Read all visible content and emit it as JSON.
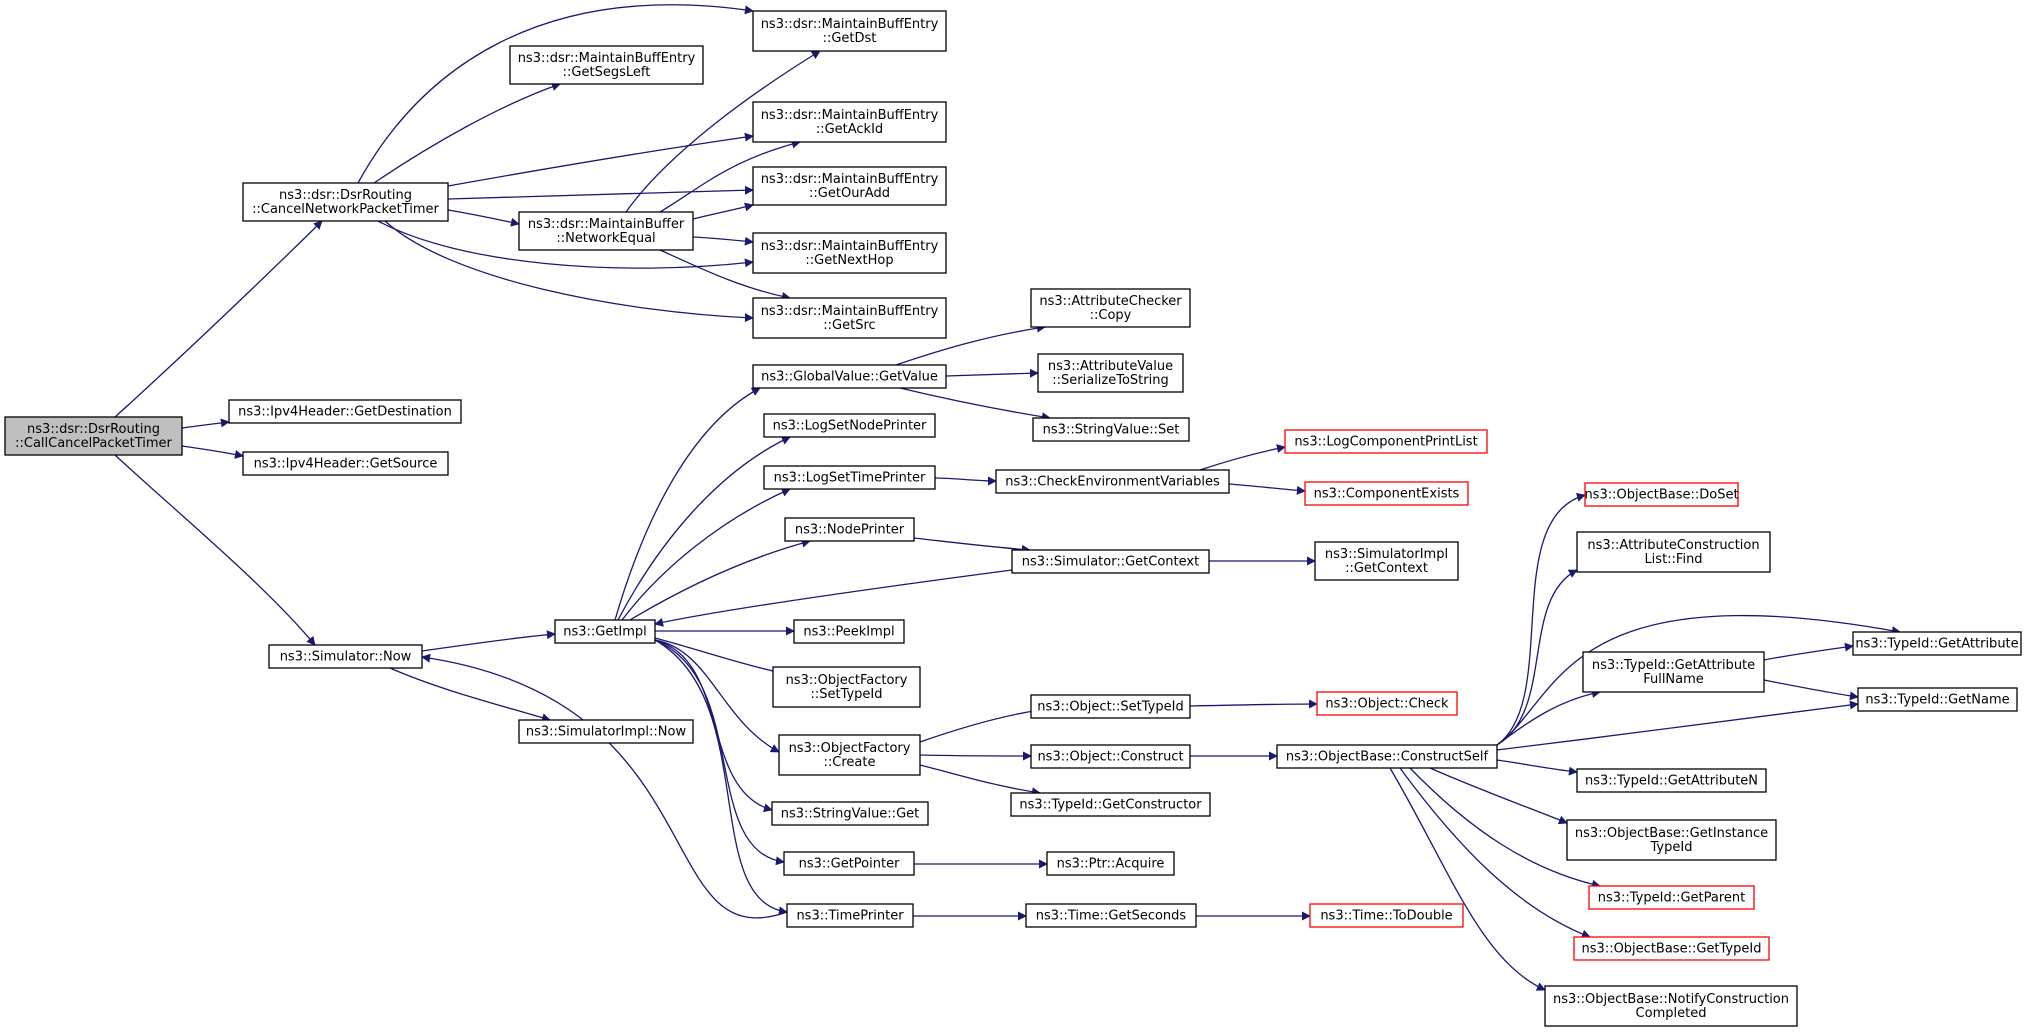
{
  "diagram": {
    "type": "doxygen-call-graph",
    "colors": {
      "edge": "#191970",
      "node_border": "#000000",
      "truncated_border": "#ff0000",
      "root_fill": "#bfbfbf",
      "node_fill": "#ffffff"
    },
    "nodes": [
      {
        "id": "root",
        "lines": [
          "ns3::dsr::DsrRouting",
          "::CallCancelPacketTimer"
        ],
        "root": true
      },
      {
        "id": "cancelNet",
        "lines": [
          "ns3::dsr::DsrRouting",
          "::CancelNetworkPacketTimer"
        ]
      },
      {
        "id": "getDest",
        "lines": [
          "ns3::Ipv4Header::GetDestination"
        ]
      },
      {
        "id": "getSource",
        "lines": [
          "ns3::Ipv4Header::GetSource"
        ]
      },
      {
        "id": "simNow",
        "lines": [
          "ns3::Simulator::Now"
        ]
      },
      {
        "id": "getDst",
        "lines": [
          "ns3::dsr::MaintainBuffEntry",
          "::GetDst"
        ]
      },
      {
        "id": "getSegs",
        "lines": [
          "ns3::dsr::MaintainBuffEntry",
          "::GetSegsLeft"
        ]
      },
      {
        "id": "getAckId",
        "lines": [
          "ns3::dsr::MaintainBuffEntry",
          "::GetAckId"
        ]
      },
      {
        "id": "getOurAdd",
        "lines": [
          "ns3::dsr::MaintainBuffEntry",
          "::GetOurAdd"
        ]
      },
      {
        "id": "netEqual",
        "lines": [
          "ns3::dsr::MaintainBuffer",
          "::NetworkEqual"
        ]
      },
      {
        "id": "getNextHop",
        "lines": [
          "ns3::dsr::MaintainBuffEntry",
          "::GetNextHop"
        ]
      },
      {
        "id": "getSrc",
        "lines": [
          "ns3::dsr::MaintainBuffEntry",
          "::GetSrc"
        ]
      },
      {
        "id": "getImpl",
        "lines": [
          "ns3::GetImpl"
        ]
      },
      {
        "id": "simImplNow",
        "lines": [
          "ns3::SimulatorImpl::Now"
        ]
      },
      {
        "id": "gvGetValue",
        "lines": [
          "ns3::GlobalValue::GetValue"
        ]
      },
      {
        "id": "logSetNode",
        "lines": [
          "ns3::LogSetNodePrinter"
        ]
      },
      {
        "id": "logSetTime",
        "lines": [
          "ns3::LogSetTimePrinter"
        ]
      },
      {
        "id": "nodePrinter",
        "lines": [
          "ns3::NodePrinter"
        ]
      },
      {
        "id": "peekImpl",
        "lines": [
          "ns3::PeekImpl"
        ]
      },
      {
        "id": "ofSetTypeId",
        "lines": [
          "ns3::ObjectFactory",
          "::SetTypeId"
        ]
      },
      {
        "id": "ofCreate",
        "lines": [
          "ns3::ObjectFactory",
          "::Create"
        ]
      },
      {
        "id": "svGet",
        "lines": [
          "ns3::StringValue::Get"
        ]
      },
      {
        "id": "getPointer",
        "lines": [
          "ns3::GetPointer"
        ]
      },
      {
        "id": "timePrinter",
        "lines": [
          "ns3::TimePrinter"
        ]
      },
      {
        "id": "acCopy",
        "lines": [
          "ns3::AttributeChecker",
          "::Copy"
        ]
      },
      {
        "id": "avSerialize",
        "lines": [
          "ns3::AttributeValue",
          "::SerializeToString"
        ]
      },
      {
        "id": "svSet",
        "lines": [
          "ns3::StringValue::Set"
        ]
      },
      {
        "id": "checkEnv",
        "lines": [
          "ns3::CheckEnvironmentVariables"
        ]
      },
      {
        "id": "simGetContext",
        "lines": [
          "ns3::Simulator::GetContext"
        ]
      },
      {
        "id": "objSetTypeId",
        "lines": [
          "ns3::Object::SetTypeId"
        ]
      },
      {
        "id": "objConstruct",
        "lines": [
          "ns3::Object::Construct"
        ]
      },
      {
        "id": "tidGetCtor",
        "lines": [
          "ns3::TypeId::GetConstructor"
        ]
      },
      {
        "id": "ptrAcquire",
        "lines": [
          "ns3::Ptr::Acquire"
        ]
      },
      {
        "id": "timeGetSec",
        "lines": [
          "ns3::Time::GetSeconds"
        ]
      },
      {
        "id": "logCompList",
        "lines": [
          "ns3::LogComponentPrintList"
        ],
        "truncated": true
      },
      {
        "id": "compExists",
        "lines": [
          "ns3::ComponentExists"
        ],
        "truncated": true
      },
      {
        "id": "simImplCtx",
        "lines": [
          "ns3::SimulatorImpl",
          "::GetContext"
        ]
      },
      {
        "id": "objCheck",
        "lines": [
          "ns3::Object::Check"
        ],
        "truncated": true
      },
      {
        "id": "obConstructSelf",
        "lines": [
          "ns3::ObjectBase::ConstructSelf"
        ]
      },
      {
        "id": "timeToDouble",
        "lines": [
          "ns3::Time::ToDouble"
        ],
        "truncated": true
      },
      {
        "id": "obDoSet",
        "lines": [
          "ns3::ObjectBase::DoSet"
        ],
        "truncated": true
      },
      {
        "id": "aclFind",
        "lines": [
          "ns3::AttributeConstruction",
          "List::Find"
        ]
      },
      {
        "id": "tidGetAttrFull",
        "lines": [
          "ns3::TypeId::GetAttribute",
          "FullName"
        ]
      },
      {
        "id": "tidGetAttrN",
        "lines": [
          "ns3::TypeId::GetAttributeN"
        ]
      },
      {
        "id": "obGetInstTid",
        "lines": [
          "ns3::ObjectBase::GetInstance",
          "TypeId"
        ]
      },
      {
        "id": "tidGetParent",
        "lines": [
          "ns3::TypeId::GetParent"
        ],
        "truncated": true
      },
      {
        "id": "obGetTypeId",
        "lines": [
          "ns3::ObjectBase::GetTypeId"
        ],
        "truncated": true
      },
      {
        "id": "obNotify",
        "lines": [
          "ns3::ObjectBase::NotifyConstruction",
          "Completed"
        ]
      },
      {
        "id": "tidGetAttr",
        "lines": [
          "ns3::TypeId::GetAttribute"
        ]
      },
      {
        "id": "tidGetName",
        "lines": [
          "ns3::TypeId::GetName"
        ]
      }
    ],
    "edges": [
      [
        "root",
        "cancelNet"
      ],
      [
        "root",
        "getDest"
      ],
      [
        "root",
        "getSource"
      ],
      [
        "root",
        "simNow"
      ],
      [
        "cancelNet",
        "getDst"
      ],
      [
        "cancelNet",
        "getSegs"
      ],
      [
        "cancelNet",
        "getAckId"
      ],
      [
        "cancelNet",
        "getOurAdd"
      ],
      [
        "cancelNet",
        "netEqual"
      ],
      [
        "cancelNet",
        "getNextHop"
      ],
      [
        "cancelNet",
        "getSrc"
      ],
      [
        "netEqual",
        "getDst"
      ],
      [
        "netEqual",
        "getAckId"
      ],
      [
        "netEqual",
        "getOurAdd"
      ],
      [
        "netEqual",
        "getNextHop"
      ],
      [
        "netEqual",
        "getSrc"
      ],
      [
        "simNow",
        "getImpl"
      ],
      [
        "simNow",
        "simImplNow"
      ],
      [
        "getImpl",
        "gvGetValue"
      ],
      [
        "getImpl",
        "logSetNode"
      ],
      [
        "getImpl",
        "logSetTime"
      ],
      [
        "getImpl",
        "nodePrinter"
      ],
      [
        "getImpl",
        "peekImpl"
      ],
      [
        "getImpl",
        "ofSetTypeId"
      ],
      [
        "getImpl",
        "ofCreate"
      ],
      [
        "getImpl",
        "svGet"
      ],
      [
        "getImpl",
        "getPointer"
      ],
      [
        "getImpl",
        "timePrinter"
      ],
      [
        "gvGetValue",
        "acCopy"
      ],
      [
        "gvGetValue",
        "avSerialize"
      ],
      [
        "gvGetValue",
        "svSet"
      ],
      [
        "logSetTime",
        "checkEnv"
      ],
      [
        "checkEnv",
        "logCompList"
      ],
      [
        "checkEnv",
        "compExists"
      ],
      [
        "nodePrinter",
        "simGetContext"
      ],
      [
        "simGetContext",
        "simImplCtx"
      ],
      [
        "simGetContext",
        "getImpl"
      ],
      [
        "ofCreate",
        "objSetTypeId"
      ],
      [
        "ofCreate",
        "objConstruct"
      ],
      [
        "ofCreate",
        "tidGetCtor"
      ],
      [
        "objSetTypeId",
        "objCheck"
      ],
      [
        "objConstruct",
        "obConstructSelf"
      ],
      [
        "getPointer",
        "ptrAcquire"
      ],
      [
        "timePrinter",
        "timeGetSec"
      ],
      [
        "timePrinter",
        "simNow"
      ],
      [
        "timeGetSec",
        "timeToDouble"
      ],
      [
        "obConstructSelf",
        "obDoSet"
      ],
      [
        "obConstructSelf",
        "aclFind"
      ],
      [
        "obConstructSelf",
        "tidGetAttr"
      ],
      [
        "obConstructSelf",
        "tidGetAttrFull"
      ],
      [
        "obConstructSelf",
        "tidGetName"
      ],
      [
        "obConstructSelf",
        "tidGetAttrN"
      ],
      [
        "obConstructSelf",
        "obGetInstTid"
      ],
      [
        "obConstructSelf",
        "tidGetParent"
      ],
      [
        "obConstructSelf",
        "obGetTypeId"
      ],
      [
        "obConstructSelf",
        "obNotify"
      ],
      [
        "tidGetAttrFull",
        "tidGetAttr"
      ],
      [
        "tidGetAttrFull",
        "tidGetName"
      ]
    ]
  }
}
